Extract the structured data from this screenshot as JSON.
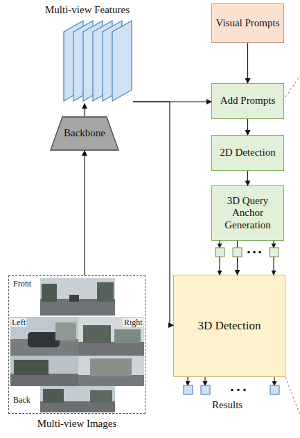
{
  "diagram": {
    "nodes": [
      {
        "text": [
          "Multi-view Features"
        ]
      },
      {
        "text": [
          "Visual Prompts"
        ]
      },
      {
        "text": [
          "Add Prompts"
        ]
      },
      {
        "text": [
          "2D Detection"
        ]
      },
      {
        "text": [
          "Backbone"
        ]
      },
      {
        "text": [
          "3D Query Anchor Generation"
        ]
      },
      {
        "text": [
          "3D Detection"
        ]
      },
      {
        "text": [
          "Multi-view Images"
        ]
      }
    ],
    "edges": [
      {
        "from": 7,
        "to": 4,
        "arrow": "to"
      },
      {
        "from": 4,
        "to": 0,
        "arrow": "to"
      },
      {
        "from": 0,
        "to": 2,
        "arrow": "to"
      },
      {
        "from": 0,
        "to": 6,
        "arrow": "to"
      },
      {
        "from": 1,
        "to": 2,
        "arrow": "to"
      },
      {
        "from": 2,
        "to": 3,
        "arrow": "to"
      },
      {
        "from": 3,
        "to": 5,
        "arrow": "to"
      },
      {
        "from": 5,
        "to": 6,
        "arrow": "to"
      }
    ],
    "labels": [
      "Front",
      "Left",
      "Right",
      "Back",
      "Results"
    ]
  }
}
